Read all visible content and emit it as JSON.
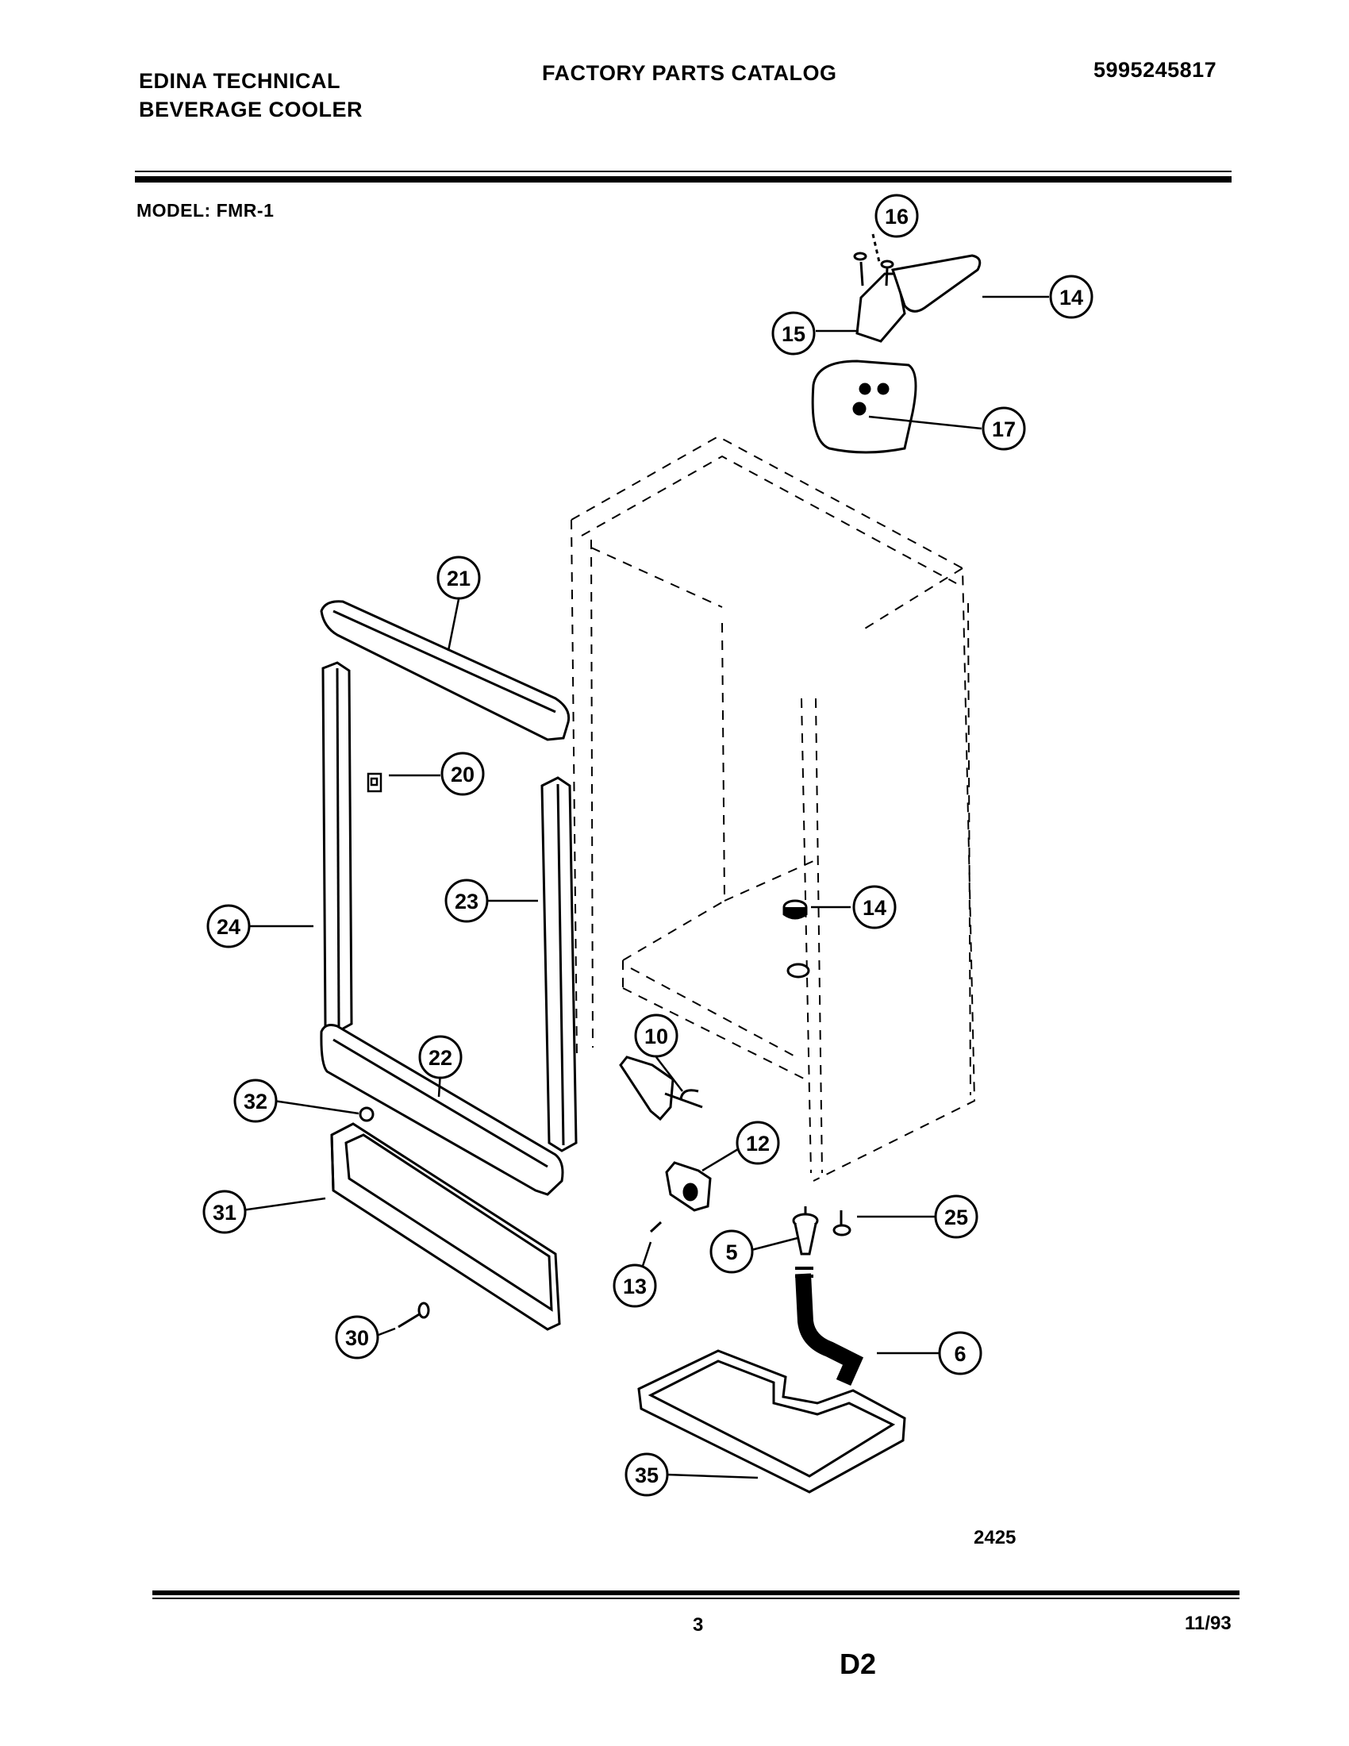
{
  "header": {
    "company_line1": "EDINA TECHNICAL",
    "company_line2": "BEVERAGE COOLER",
    "catalog_title": "FACTORY PARTS CATALOG",
    "catalog_number": "5995245817"
  },
  "model_line": "MODEL:  FMR-1",
  "figure_number": "2425",
  "footer": {
    "page_number": "3",
    "date": "11/93",
    "section": "D2"
  },
  "callouts": {
    "c16": "16",
    "c14a": "14",
    "c15": "15",
    "c17": "17",
    "c21": "21",
    "c20": "20",
    "c23": "23",
    "c24": "24",
    "c14b": "14",
    "c10": "10",
    "c22": "22",
    "c32": "32",
    "c12": "12",
    "c31": "31",
    "c25": "25",
    "c5": "5",
    "c13": "13",
    "c30": "30",
    "c6": "6",
    "c35": "35"
  }
}
